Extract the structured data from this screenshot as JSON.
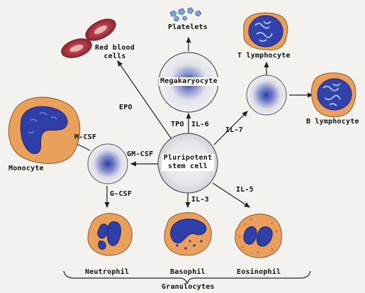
{
  "cells": {
    "platelets": "Platelets",
    "red_blood_cells_line1": "Red blood",
    "red_blood_cells_line2": "cells",
    "megakaryocyte": "Megakaryocyte",
    "t_lymphocyte": "T lymphocyte",
    "b_lymphocyte": "B lymphocyte",
    "monocyte": "Monocyte",
    "stem_cell_line1": "Pluripotent",
    "stem_cell_line2": "stem cell",
    "neutrophil": "Neutrophil",
    "basophil": "Basophil",
    "eosinophil": "Eosinophil",
    "group": "Granulocytes"
  },
  "factors": {
    "epo": "EPO",
    "tpo": "TPO",
    "il6": "IL-6",
    "il7": "IL-7",
    "mcsf": "M-CSF",
    "gmcsf": "GM-CSF",
    "gcsf": "G-CSF",
    "il3": "IL-3",
    "il5": "IL-5"
  },
  "colors": {
    "background": "#f3f2ef",
    "progenitor_fill": "#e4e4ec",
    "nucleus_blue": "#2f3fa8",
    "cytoplasm_orange": "#e9a05a",
    "rbc_red": "#a9323e",
    "arrow": "#222222"
  }
}
